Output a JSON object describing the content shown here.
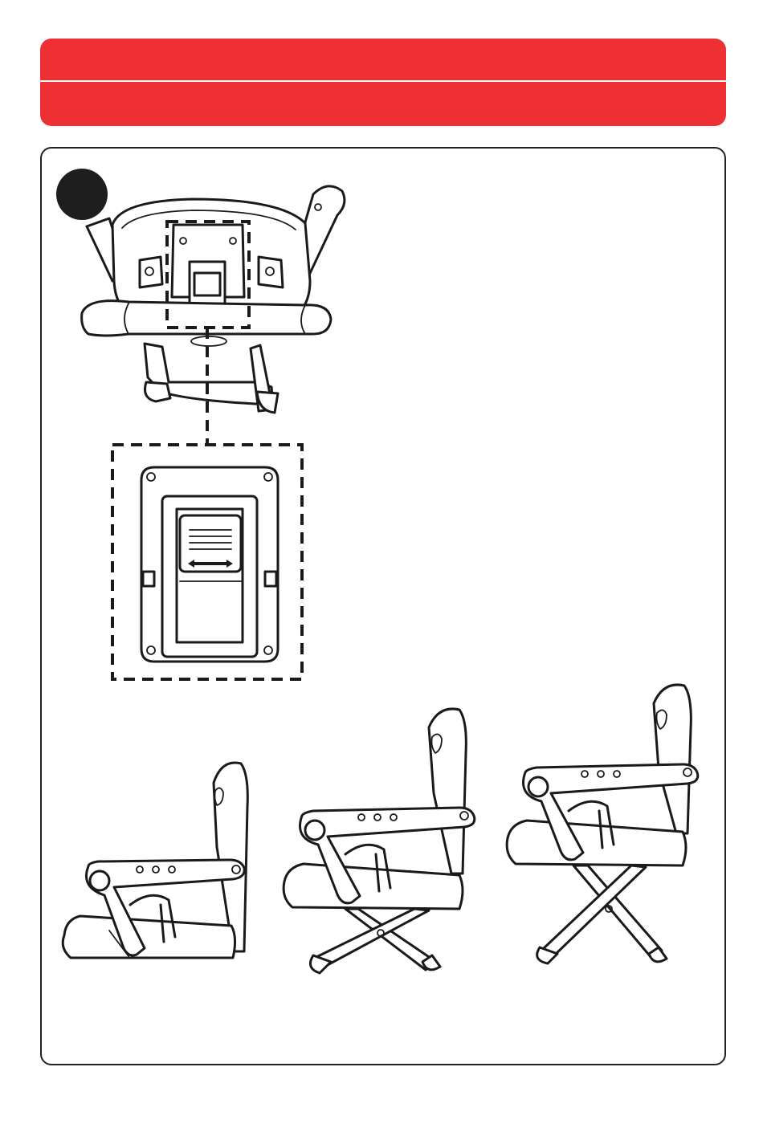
{
  "header": {
    "title": ""
  },
  "step": {
    "number": ""
  },
  "colors": {
    "header_red": "#ee2f33",
    "line": "#1a1a1a",
    "badge": "#1e1e1e"
  },
  "figures": {
    "overview": "seat-underside-view",
    "detail": "height-adjust-slider",
    "positions": [
      "chair-position-low",
      "chair-position-middle",
      "chair-position-high"
    ]
  }
}
